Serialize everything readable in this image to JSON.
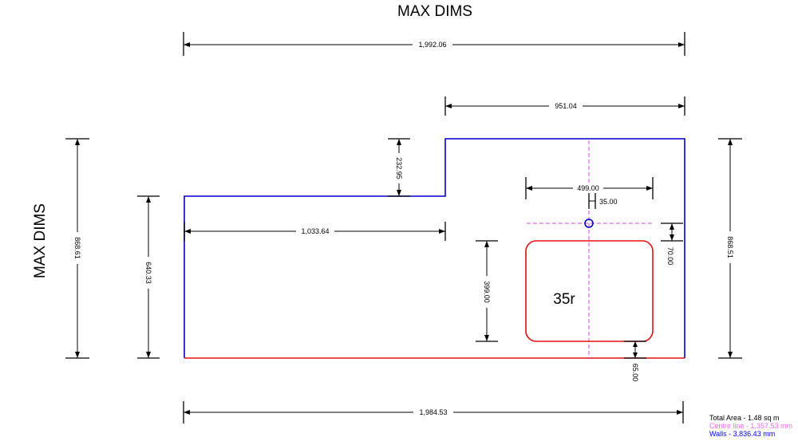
{
  "titles": {
    "top": "MAX DIMS",
    "left": "MAX DIMS"
  },
  "dimensions": {
    "overall_top": "1,992.06",
    "upper_right_width": "951.04",
    "step_height": "232.95",
    "sink_width": "499.00",
    "tap_offset": "35.00",
    "left_section_width": "1,033.64",
    "overall_height_left": "868.61",
    "left_section_height": "640.33",
    "sink_height": "399.00",
    "tap_to_edge": "70.00",
    "overall_height_right": "868.51",
    "sink_to_front": "65.00",
    "overall_bottom": "1,984.53"
  },
  "sink": {
    "corner_label": "35r"
  },
  "legend": {
    "total_area": "Total Area - 1.48 sq m",
    "centre_line": "Centre line - 1,357.53 mm",
    "walls": "Walls - 3,836.43 mm"
  },
  "colors": {
    "wall_edge": "#0000cc",
    "front_edge": "#e01010",
    "sink_outline": "#e01010",
    "centre_line": "#e040e0",
    "tap_hole": "#0000cc",
    "dimension": "#000000",
    "legend_centre": "#ff66ff",
    "legend_walls": "#0000ff"
  }
}
